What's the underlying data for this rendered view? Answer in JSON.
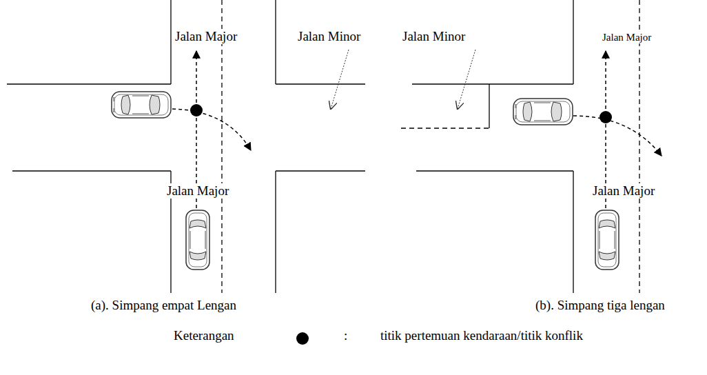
{
  "diagram": {
    "labels": [
      "Jalan Major",
      "Jalan Minor",
      "Jalan Minor",
      "Jalan Major",
      "Jalan Major",
      "Jalan Major",
      "(a). Simpang empat Lengan",
      "(b). Simpang tiga lengan",
      "Keterangan",
      ":"
    ],
    "legend": [
      {
        "text": "titik pertemuan kendaraan/titik konflik",
        "color": "#000000"
      }
    ]
  }
}
